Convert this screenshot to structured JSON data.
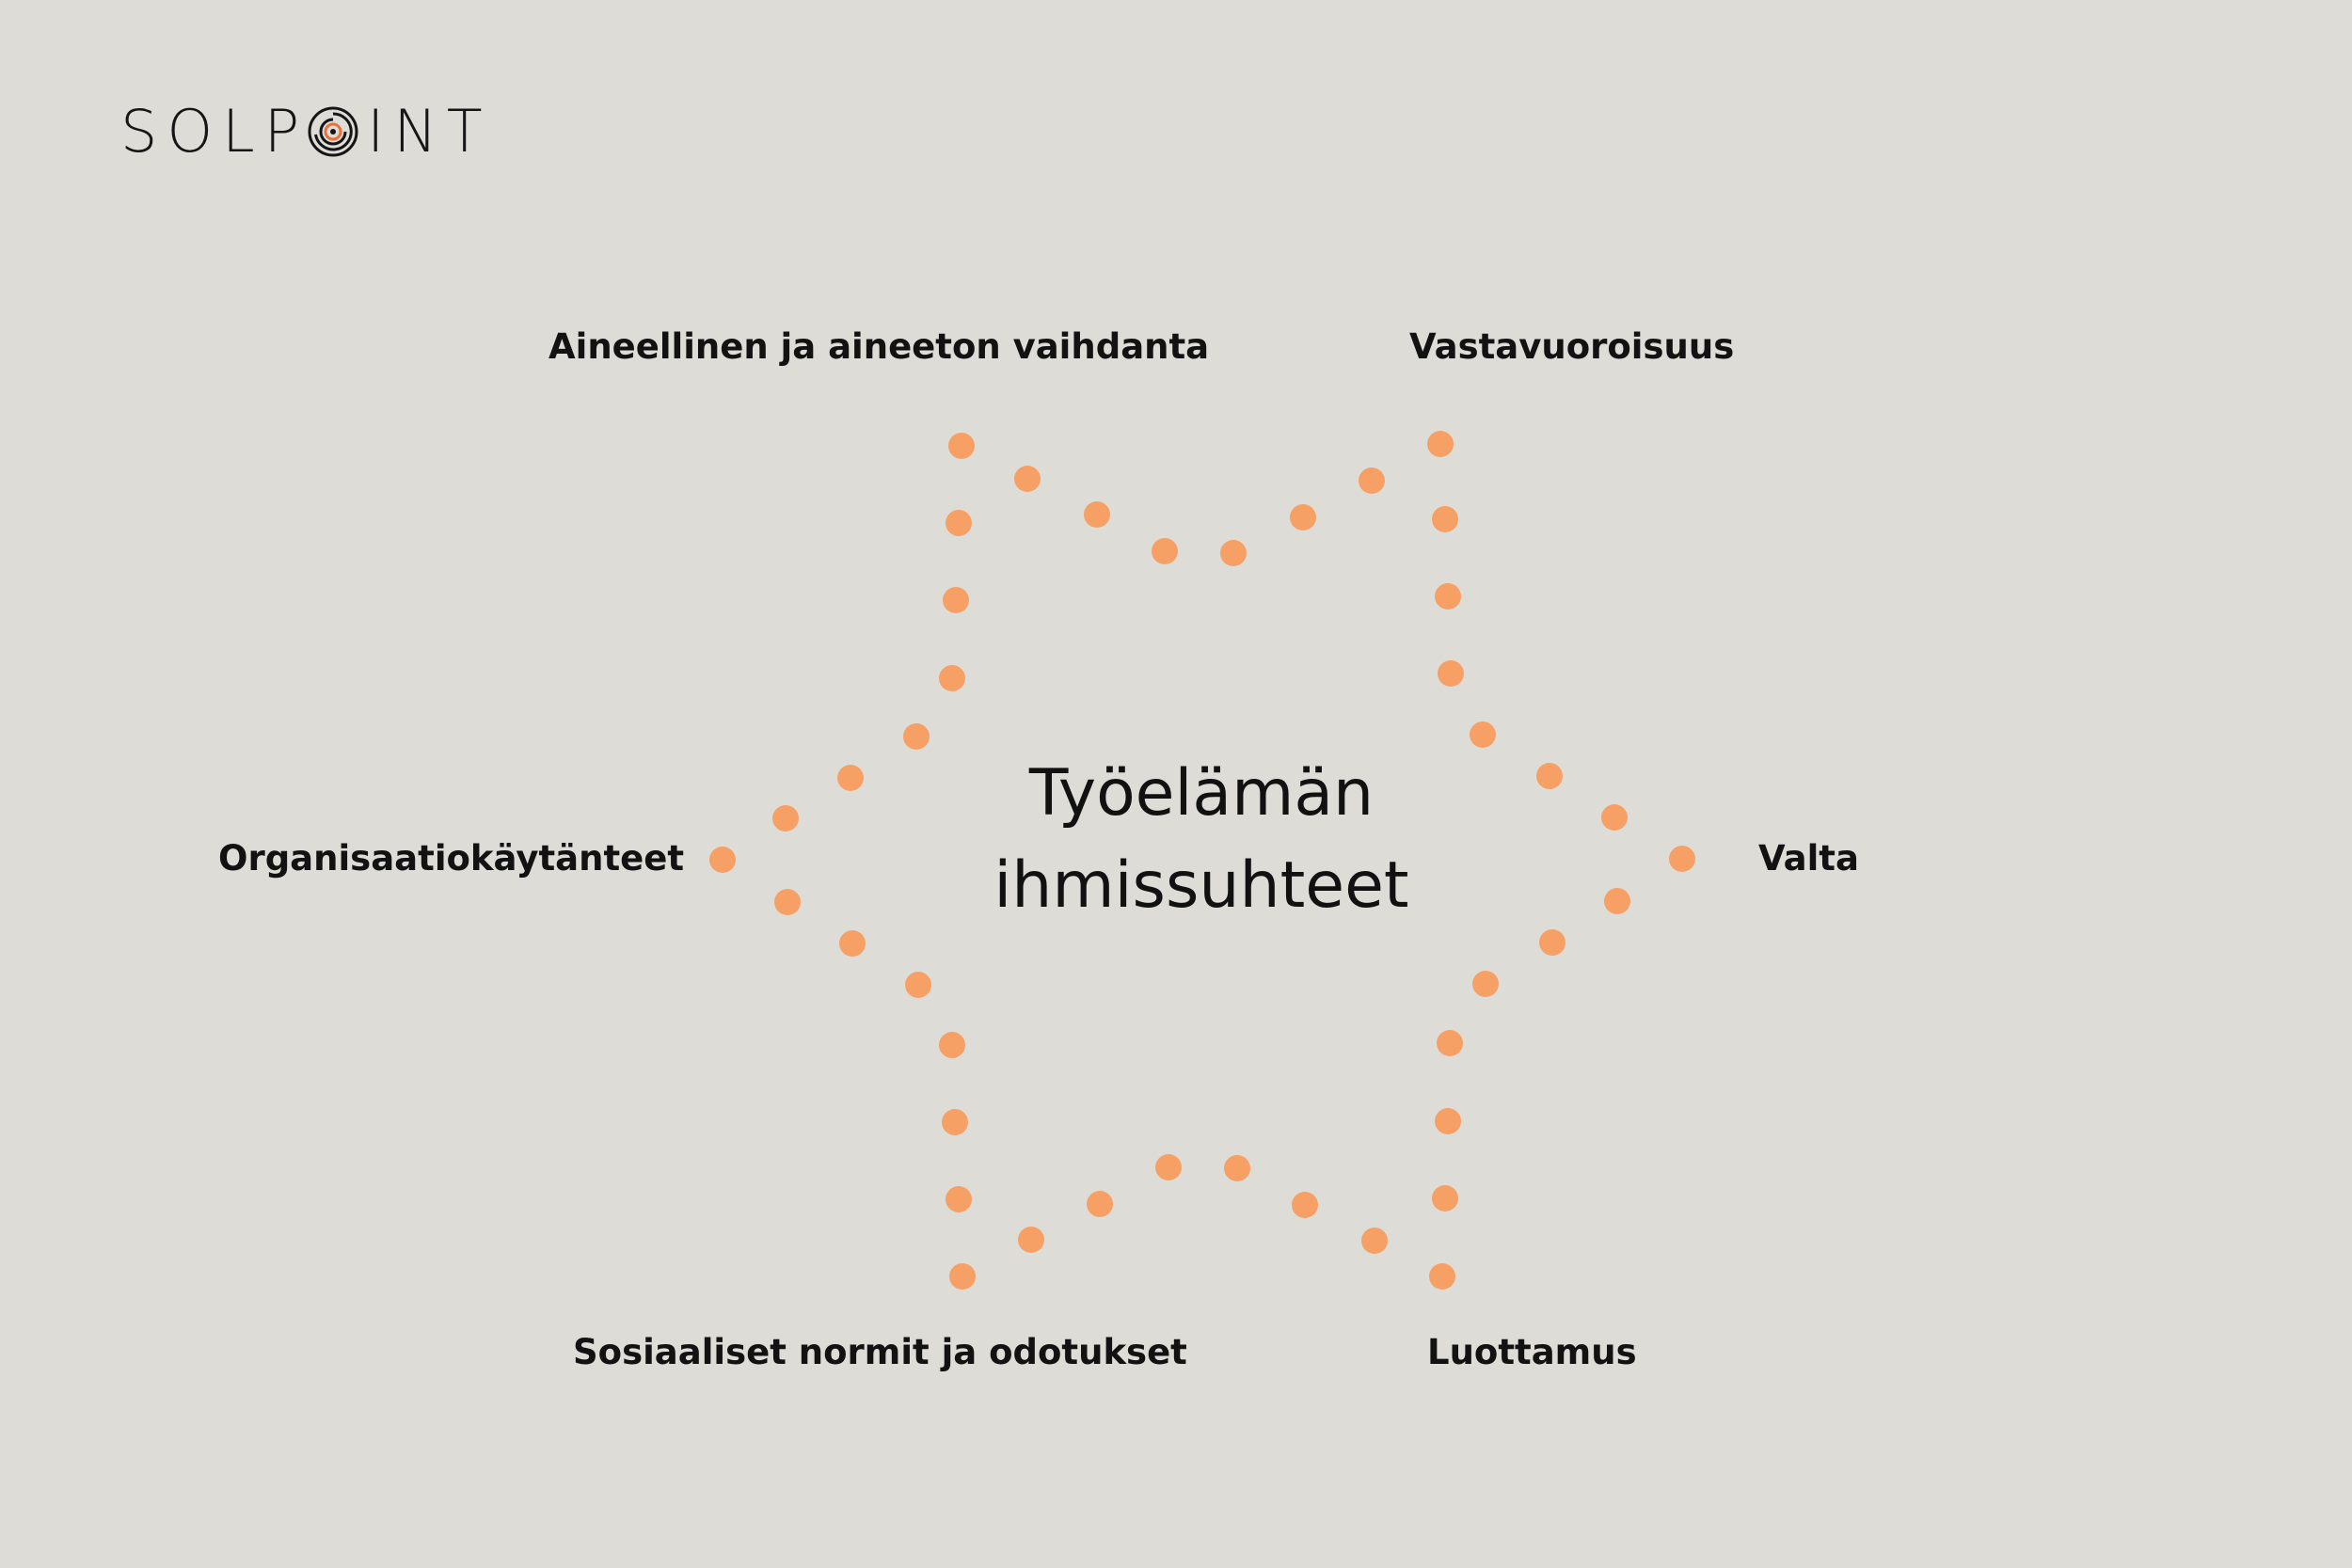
{
  "logo": {
    "text_before": "SOLP",
    "text_after": "INT",
    "mark": "target-o-icon",
    "mark_color": "#e8703a"
  },
  "diagram": {
    "center_title_line1": "Työelämän",
    "center_title_line2": "ihmissuhteet",
    "labels": {
      "top_left": "Aineellinen ja aineeton vaihdanta",
      "top_right": "Vastavuoroisuus",
      "left": "Organisaatiokäytänteet",
      "right": "Valta",
      "bottom_left": "Sosiaaliset normit ja odotukset",
      "bottom_right": "Luottamus"
    },
    "outline_style": "dotted-hexagram",
    "dot_color": "#f7a066"
  },
  "colors": {
    "background": "#dddcd6",
    "text": "#111111",
    "accent": "#f7a066"
  }
}
